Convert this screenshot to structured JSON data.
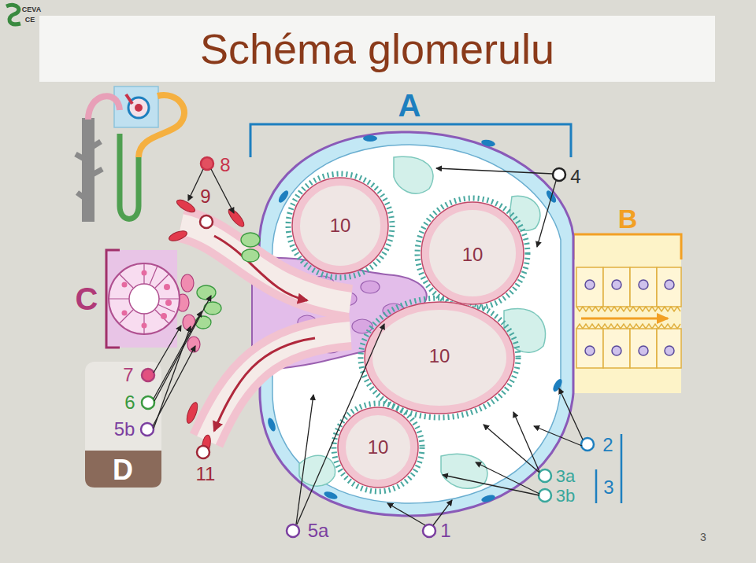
{
  "diagram": {
    "title": "Schéma glomerulu",
    "nodes": [
      {
        "text": [
          "7",
          "6",
          "5b",
          "D"
        ]
      }
    ],
    "labels": [
      "CEVA",
      "CE",
      "A",
      "B",
      "C",
      "8",
      "9",
      "4",
      "10",
      "10",
      "10",
      "10",
      "11",
      "2",
      "3a",
      "3b",
      "3",
      "1",
      "5a",
      "3"
    ]
  }
}
